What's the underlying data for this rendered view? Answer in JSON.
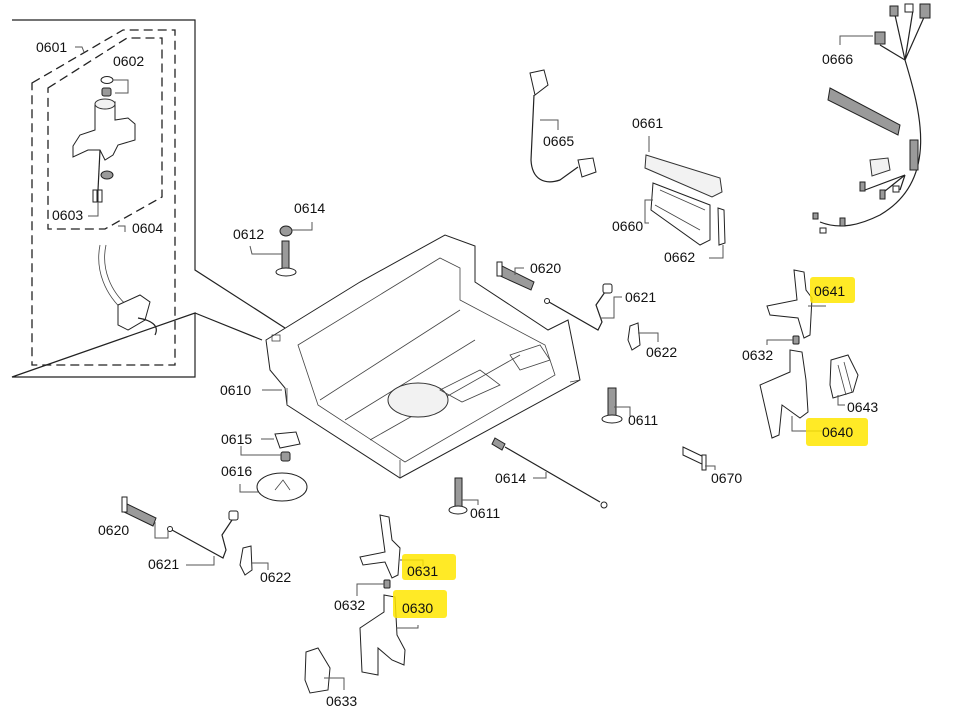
{
  "diagram": {
    "type": "exploded-parts-diagram",
    "subject": "dishwasher base assembly",
    "highlight_color": "#ffe600",
    "line_color": "#222222",
    "background": "#ffffff"
  },
  "labels": {
    "p0601": "0601",
    "p0602": "0602",
    "p0603": "0603",
    "p0604": "0604",
    "p0610": "0610",
    "p0611a": "0611",
    "p0611b": "0611",
    "p0612": "0612",
    "p0614a": "0614",
    "p0614b": "0614",
    "p0615": "0615",
    "p0616": "0616",
    "p0620a": "0620",
    "p0620b": "0620",
    "p0621a": "0621",
    "p0621b": "0621",
    "p0622a": "0622",
    "p0622b": "0622",
    "p0630": "0630",
    "p0631": "0631",
    "p0632a": "0632",
    "p0632b": "0632",
    "p0633": "0633",
    "p0640": "0640",
    "p0641": "0641",
    "p0643": "0643",
    "p0660": "0660",
    "p0661": "0661",
    "p0662": "0662",
    "p0665": "0665",
    "p0666": "0666",
    "p0670": "0670"
  },
  "highlighted_parts": [
    "0630",
    "0631",
    "0640",
    "0641"
  ]
}
